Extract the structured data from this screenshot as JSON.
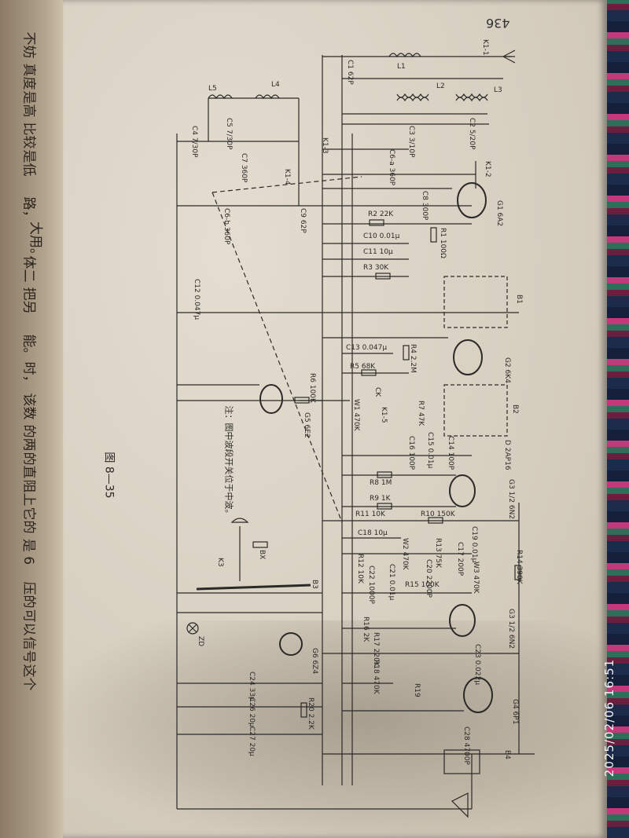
{
  "page_number": "436",
  "timestamp": "2025/02/06 16:51",
  "figure_label": "图 8—35",
  "note": "注：图中波段开关位于中波。",
  "left_page_fragments": [
    "不妨",
    "真度",
    "是高",
    "比较",
    "是低",
    "路，",
    "大用。",
    "体二",
    "把另",
    "能。",
    "时，",
    "该数",
    "的两",
    "的直",
    "阻上",
    "它的",
    "是 6",
    "压的",
    "可以",
    "信号",
    "这个"
  ],
  "schematic": {
    "labels": {
      "C1": "C1 62P",
      "L1": "L1",
      "K1_1": "K1-1",
      "L2": "L2",
      "L3": "L3",
      "C3": "C3 3/10P",
      "C2": "C2 5/20P",
      "C6a": "C6-a 360P",
      "K1_2": "K1-2",
      "C8": "C8 300P",
      "G1": "G1 6A2",
      "R2": "R2 22K",
      "R1": "R1 100Ω",
      "C10": "C10 0.01µ",
      "C11": "C11 10µ",
      "R3": "R3 30K",
      "L4": "L4",
      "L5": "L5",
      "K1_3": "K1-3",
      "C4": "C4 7/30P",
      "C5": "C5 7/30P",
      "C7": "C7 360P",
      "K1_4": "K1-4",
      "C9": "C9 62P",
      "C6b": "C6-b 360P",
      "C12": "C12 0.047µ",
      "B1": "B1",
      "C13": "C13 0.047µ",
      "R4": "R4 2.2M",
      "R5": "R5 68K",
      "G2": "G2 6K4",
      "CK": "CK",
      "W1": "W1 470K",
      "K1_5": "K1-5",
      "R7": "R7 47K",
      "B2": "B2",
      "C16": "C16 100P",
      "C15": "C15 0.01µ",
      "C14": "C14 100P",
      "D": "D 2AP16",
      "R8": "R8 1M",
      "G3a": "G3 1/2 6N2",
      "R9": "R9 1K",
      "R11": "R11 10K",
      "R10": "R10 150K",
      "C18": "C18 10µ",
      "C19": "C19 0.01µ",
      "C17": "C17 200P",
      "R12": "R12 10K",
      "C22": "C22 1000P",
      "C21": "C21 0.01µ",
      "W2": "W2 470K",
      "R13": "R13 75K",
      "C20": "C20 2200P",
      "R15": "R15 100K",
      "W3": "W3 470K",
      "R14": "R14 390K",
      "G3b": "G3 1/2 6N2",
      "R16": "R16 2K",
      "R17": "R17 220K",
      "C23": "C23 0.022µ",
      "R18": "R18 470K",
      "R19": "R19",
      "G4": "G4 6P1",
      "C28": "C28 4700P",
      "B4": "B4",
      "G5": "G5 6E2",
      "R6": "R6 100K",
      "BX": "BX",
      "K3": "K3",
      "B3": "B3",
      "ZD": "ZD",
      "G6": "G6 6Z4",
      "C24": "C24 33µ",
      "C26": "C26 20µ",
      "C27": "C27 20µ",
      "R20": "R20 2.2K"
    }
  },
  "colors": {
    "paper": "#ddd5c6",
    "ink": "#2b2a28",
    "timestamp": "#f4f4f4"
  }
}
